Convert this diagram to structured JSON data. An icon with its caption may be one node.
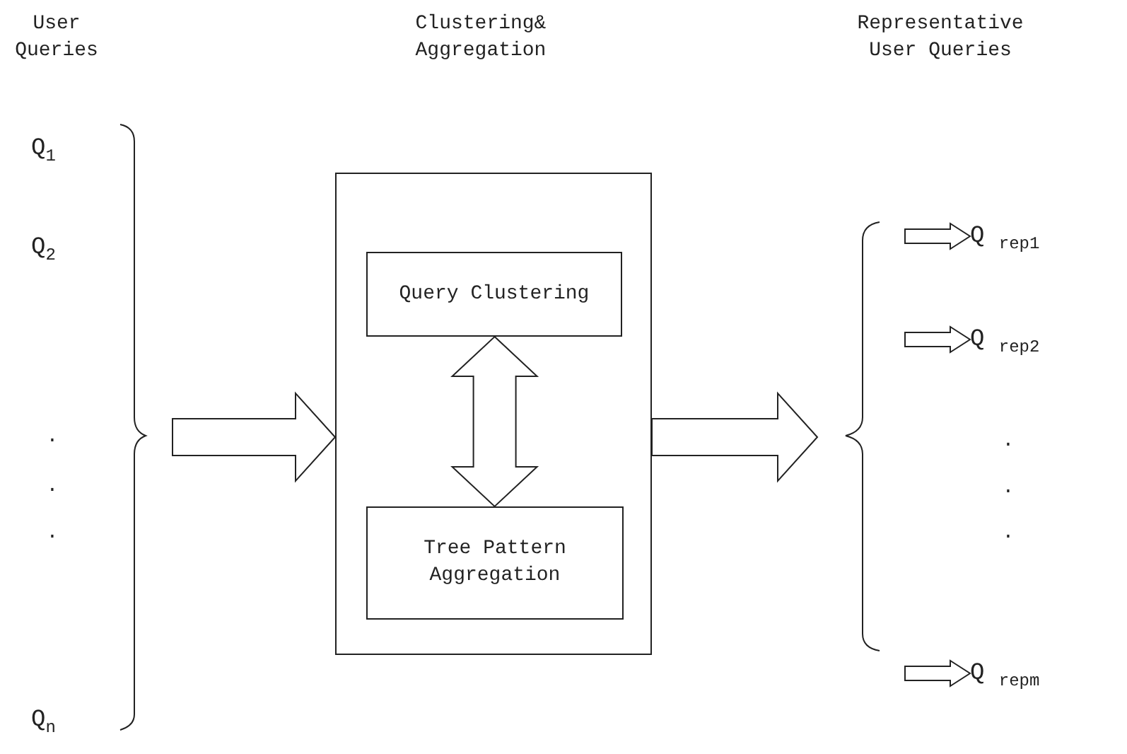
{
  "diagram": {
    "nodes": [
      {
        "text": [
          "Q$_{1}$"
        ]
      },
      {
        "text": [
          "Q$_{2}$"
        ]
      },
      {
        "text": [
          "Q$_{n}$"
        ]
      },
      {
        "text": [],
        "shape": "box"
      },
      {
        "text": [
          "Query Clustering"
        ],
        "in": 3
      },
      {
        "text": [
          "Tree Pattern Aggregation"
        ],
        "in": 3
      },
      {
        "text": [
          "Q $_{rep1}$"
        ]
      },
      {
        "text": [
          "Q $_{rep2}$"
        ]
      },
      {
        "text": [
          "Q $_{repm}$"
        ]
      }
    ],
    "edges": [
      {
        "from": null,
        "to": 3,
        "arrow": "to"
      },
      {
        "from": 4,
        "to": 5,
        "arrow": "both"
      },
      {
        "from": 3,
        "to": null,
        "arrow": "to"
      },
      {
        "from": null,
        "to": 6,
        "arrow": "to"
      },
      {
        "from": null,
        "to": 7,
        "arrow": "to"
      },
      {
        "from": null,
        "to": 8,
        "arrow": "to"
      }
    ],
    "labels": [
      "User Queries",
      "Clustering& Aggregation",
      "Representative User Queries",
      ".",
      ".",
      ".",
      ".",
      ".",
      "."
    ]
  }
}
